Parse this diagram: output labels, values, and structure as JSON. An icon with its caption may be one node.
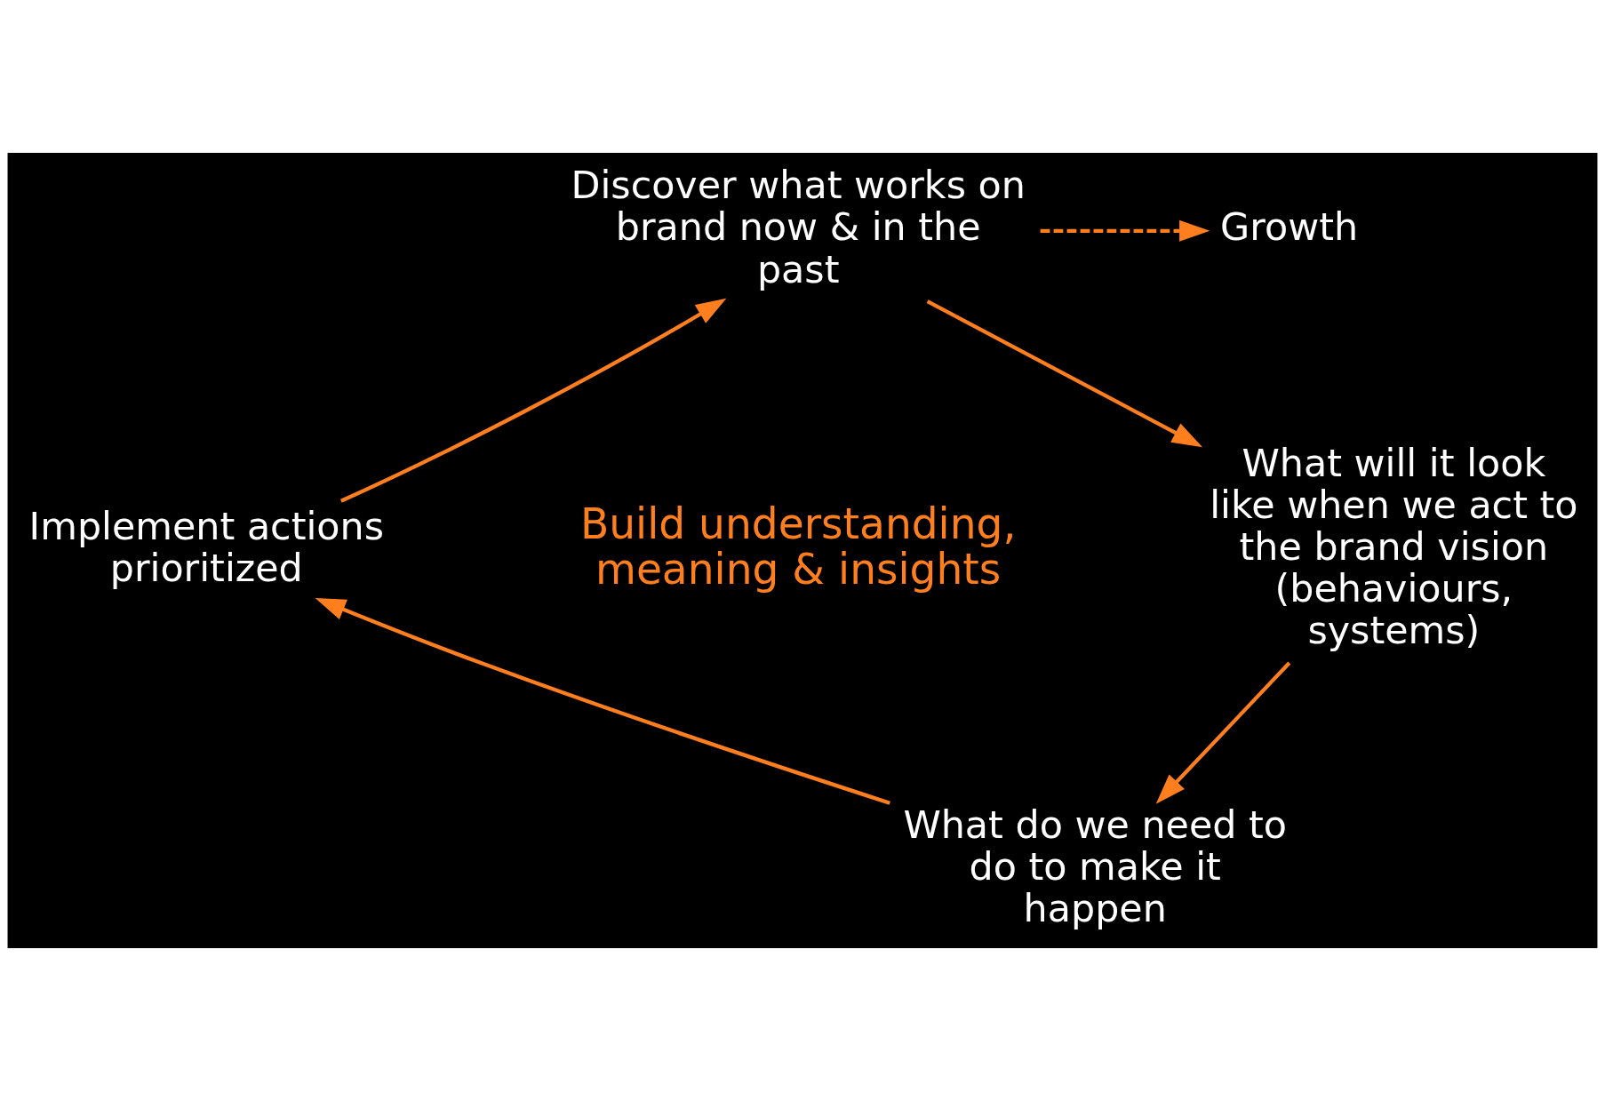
{
  "diagram": {
    "nodes": [
      {
        "text": [
          "Discover what works on brand now & in the past"
        ]
      },
      {
        "text": [
          "What will it look like when we act to the brand vision (behaviours, systems)"
        ]
      },
      {
        "text": [
          "What do we need to do to make it happen"
        ]
      },
      {
        "text": [
          "Implement actions prioritized"
        ]
      },
      {
        "text": [
          "Growth"
        ]
      }
    ],
    "edges": [
      {
        "from": 0,
        "to": 1,
        "arrow": "to"
      },
      {
        "from": 1,
        "to": 2,
        "arrow": "to"
      },
      {
        "from": 2,
        "to": 3,
        "arrow": "to"
      },
      {
        "from": 3,
        "to": 0,
        "arrow": "to"
      },
      {
        "from": 0,
        "to": 4,
        "arrow": "to",
        "style": "dashed"
      }
    ],
    "labels": [
      "Build understanding, meaning & insights"
    ]
  }
}
